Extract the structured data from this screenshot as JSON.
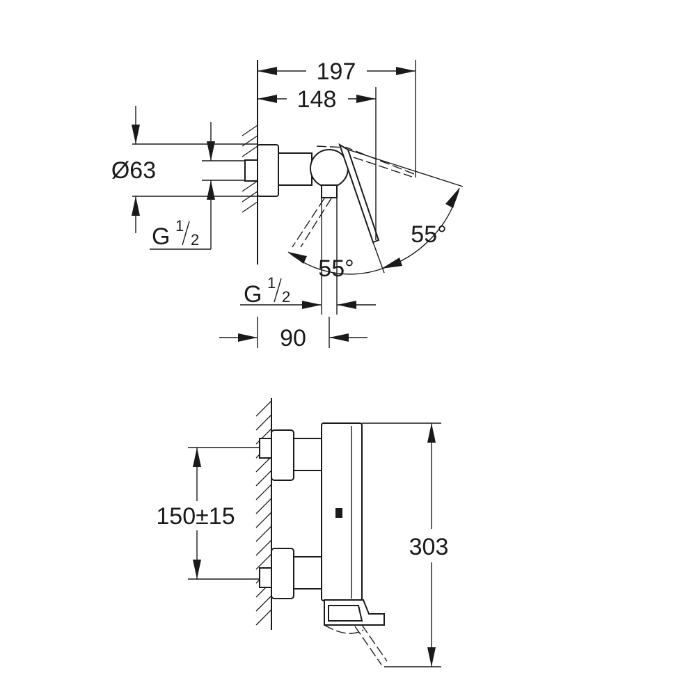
{
  "side_view": {
    "dim_overall_depth": "197",
    "dim_handle_depth": "148",
    "dim_body_diameter": "Ø63",
    "dim_inlet_thread": {
      "main": "G",
      "num": "1",
      "den": "2"
    },
    "dim_outlet_thread": {
      "main": "G",
      "num": "1",
      "den": "2"
    },
    "dim_handle_angle_back": "55°",
    "dim_handle_angle_front": "55°",
    "dim_outlet_offset": "90"
  },
  "front_view": {
    "dim_inlet_centers": "150±15",
    "dim_overall_height": "303"
  }
}
